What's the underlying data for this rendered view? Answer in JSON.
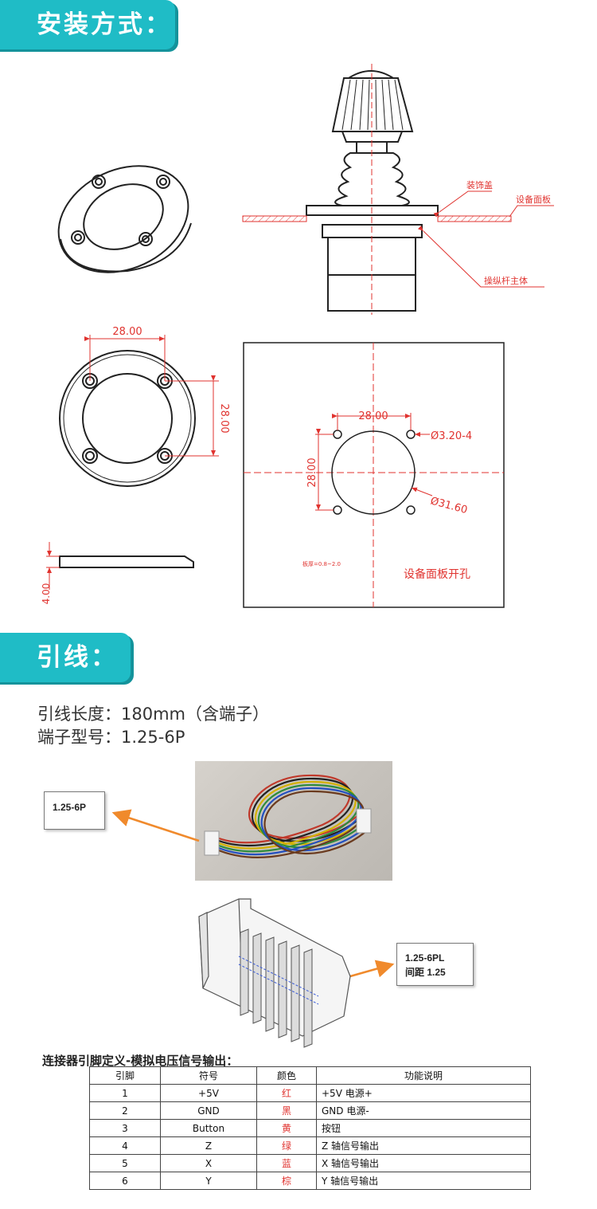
{
  "sections": {
    "install": "安装方式：",
    "wiring": "引线："
  },
  "drawing": {
    "decor_cover": "装饰盖",
    "panel": "设备面板",
    "main_body": "操纵杆主体",
    "dim_28_h": "28.00",
    "dim_28_v": "28.00",
    "dim_28_h2": "28.00",
    "dim_28_v2": "28.00",
    "dim_hole": "Ø3.20-4",
    "dim_circle": "Ø31.60",
    "dim_4": "4.00",
    "panel_thickness": "板厚=0.8~2.0",
    "panel_cutout": "设备面板开孔"
  },
  "wire_specs": {
    "length": "引线长度：180mm（含端子）",
    "model": "端子型号：1.25-6P"
  },
  "labels": {
    "box1": "1.25-6P",
    "box2_line1": "1.25-6PL",
    "box2_line2": "间距 1.25"
  },
  "pin_table": {
    "title": "连接器引脚定义-模拟电压信号输出：",
    "headers": [
      "引脚",
      "符号",
      "颜色",
      "功能说明"
    ],
    "rows": [
      {
        "pin": "1",
        "symbol": "+5V",
        "color": "红",
        "function": "+5V 电源+"
      },
      {
        "pin": "2",
        "symbol": "GND",
        "color": "黑",
        "function": "GND 电源-"
      },
      {
        "pin": "3",
        "symbol": "Button",
        "color": "黄",
        "function": "按钮"
      },
      {
        "pin": "4",
        "symbol": "Z",
        "color": "绿",
        "function": "Z 轴信号输出"
      },
      {
        "pin": "5",
        "symbol": "X",
        "color": "蓝",
        "function": "X 轴信号输出"
      },
      {
        "pin": "6",
        "symbol": "Y",
        "color": "棕",
        "function": "Y 轴信号输出"
      }
    ]
  },
  "colors": {
    "accent": "#1fbcc6",
    "dimension_red": "#e0332f",
    "arrow_orange": "#f08a2c"
  }
}
